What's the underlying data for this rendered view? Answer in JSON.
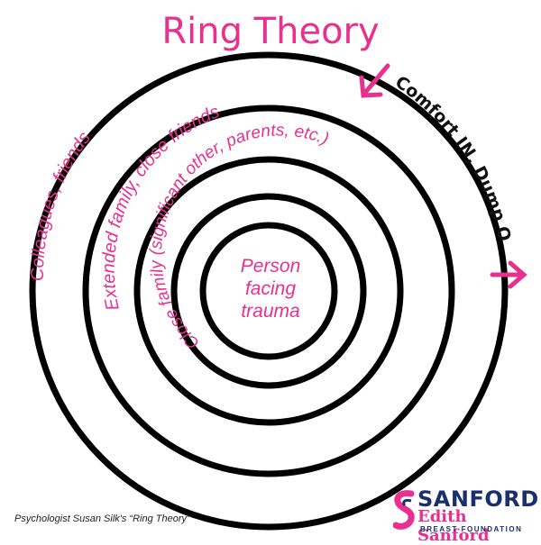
{
  "title": "Ring Theory",
  "rings": {
    "outer_label": "Colleagues, friends",
    "second_label": "Extended family, close friends",
    "third_label": "Close family (significant other, parents, etc.)",
    "center_lines": [
      "Person",
      "facing",
      "trauma"
    ]
  },
  "flow_label": "Comfort IN, Dump OUT",
  "caption": "Psychologist Susan Silk's “Ring Theory”",
  "logo": {
    "line1": "SANFORD",
    "line2": "Edith Sanford",
    "line3": "BREAST FOUNDATION"
  },
  "colors": {
    "accent": "#e8308f",
    "ring": "#000000",
    "brand_navy": "#1a2f6e"
  }
}
